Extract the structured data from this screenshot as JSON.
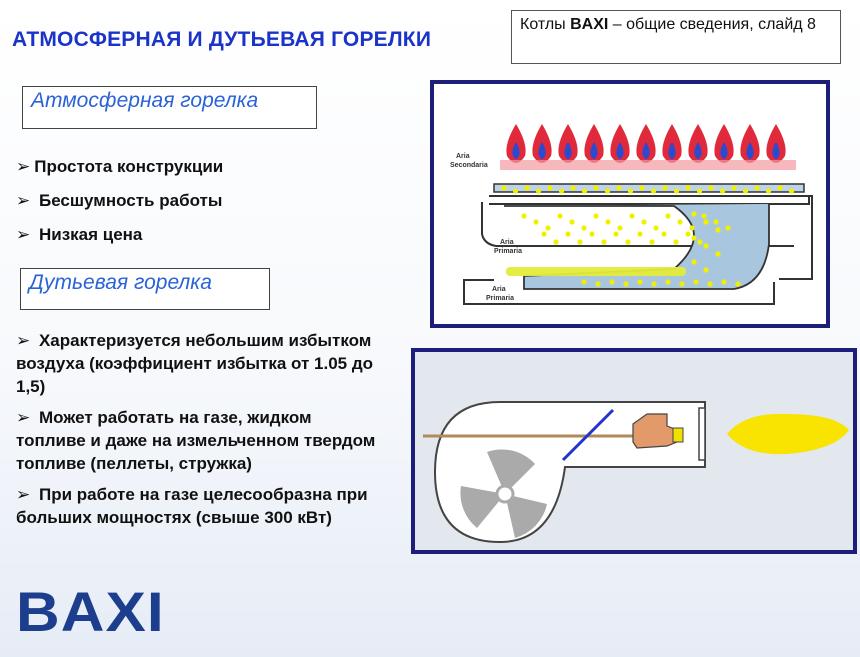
{
  "title": "АТМОСФЕРНАЯ И ДУТЬЕВАЯ  ГОРЕЛКИ",
  "slide_ref": {
    "prefix": "Котлы ",
    "brand": "BAXI",
    "suffix": " – общие сведения, слайд 8"
  },
  "atmospheric": {
    "heading": "Атмосферная горелка",
    "bullets": [
      "Простота конструкции",
      " Бесшумность работы",
      " Низкая цена"
    ]
  },
  "forced": {
    "heading": "Дутьевая горелка",
    "bullets": [
      " Характеризуется небольшим избытком воздуха (коэффициент избытка от 1.05  до 1,5)",
      " Может работать на газе, жидком топливе и даже на измельченном твердом топливе (пеллеты, стружка)",
      " При работе на газе целесообразна при больших мощностях (свыше 300 кВт)"
    ]
  },
  "diagram1": {
    "label_secondary": [
      "Aria",
      "Secondaria"
    ],
    "label_primary_1": [
      "Aria",
      "Primaria"
    ],
    "label_primary_2": [
      "Aria",
      "Primaria"
    ]
  },
  "logo": "BAXI",
  "colors": {
    "title": "#1a33c8",
    "heading": "#2a62d8",
    "frame": "#1d1e7a",
    "logo": "#1c3e8c",
    "flame": "#e0293a",
    "gas": "#f0f000"
  }
}
